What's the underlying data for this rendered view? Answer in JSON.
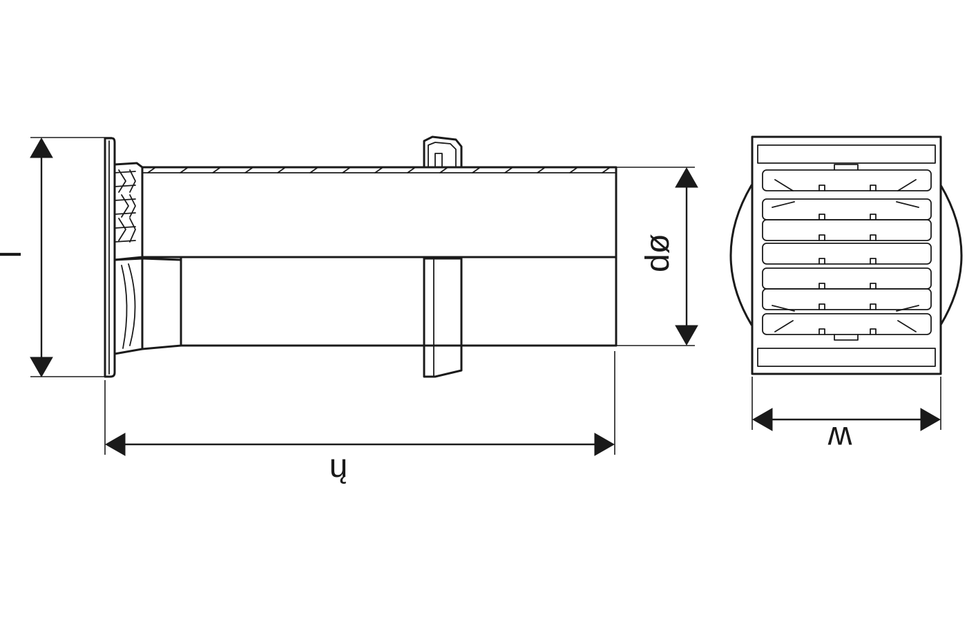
{
  "labels": {
    "overall_height": "l",
    "length": "ų",
    "duct_diameter": "dø",
    "width": "w"
  },
  "colors": {
    "line": "#1a1a1a",
    "background": "#ffffff"
  }
}
